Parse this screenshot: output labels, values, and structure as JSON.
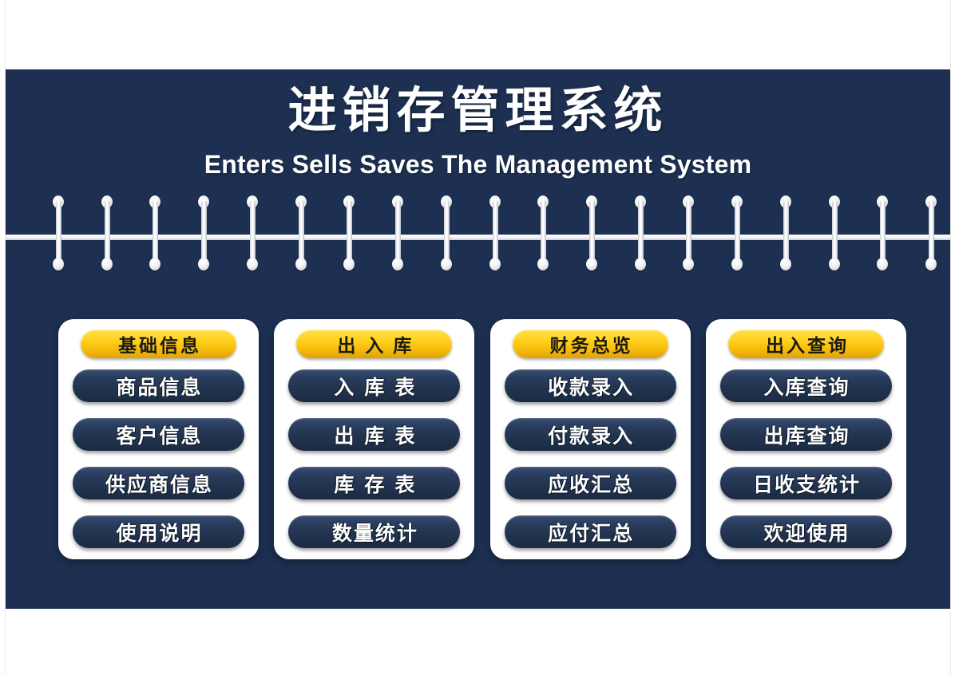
{
  "colors": {
    "banner_navy": "#1d3052",
    "header_gold": "#ffd21e",
    "item_navy": "#22344f",
    "card_white": "#ffffff"
  },
  "header": {
    "title_cn": "进销存管理系统",
    "title_en": "Enters Sells Saves The Management System"
  },
  "divider": {
    "pin_count": 19
  },
  "panels": [
    {
      "header": "基础信息",
      "header_spaced": false,
      "items": [
        {
          "label": "商品信息",
          "spaced": false
        },
        {
          "label": "客户信息",
          "spaced": false
        },
        {
          "label": "供应商信息",
          "spaced": false
        },
        {
          "label": "使用说明",
          "spaced": false
        }
      ]
    },
    {
      "header": "出入库",
      "header_spaced": true,
      "items": [
        {
          "label": "入库表",
          "spaced": true
        },
        {
          "label": "出库表",
          "spaced": true
        },
        {
          "label": "库存表",
          "spaced": true
        },
        {
          "label": "数量统计",
          "spaced": false
        }
      ]
    },
    {
      "header": "财务总览",
      "header_spaced": false,
      "items": [
        {
          "label": "收款录入",
          "spaced": false
        },
        {
          "label": "付款录入",
          "spaced": false
        },
        {
          "label": "应收汇总",
          "spaced": false
        },
        {
          "label": "应付汇总",
          "spaced": false
        }
      ]
    },
    {
      "header": "出入查询",
      "header_spaced": false,
      "items": [
        {
          "label": "入库查询",
          "spaced": false
        },
        {
          "label": "出库查询",
          "spaced": false
        },
        {
          "label": "日收支统计",
          "spaced": false
        },
        {
          "label": "欢迎使用",
          "spaced": false
        }
      ]
    }
  ]
}
